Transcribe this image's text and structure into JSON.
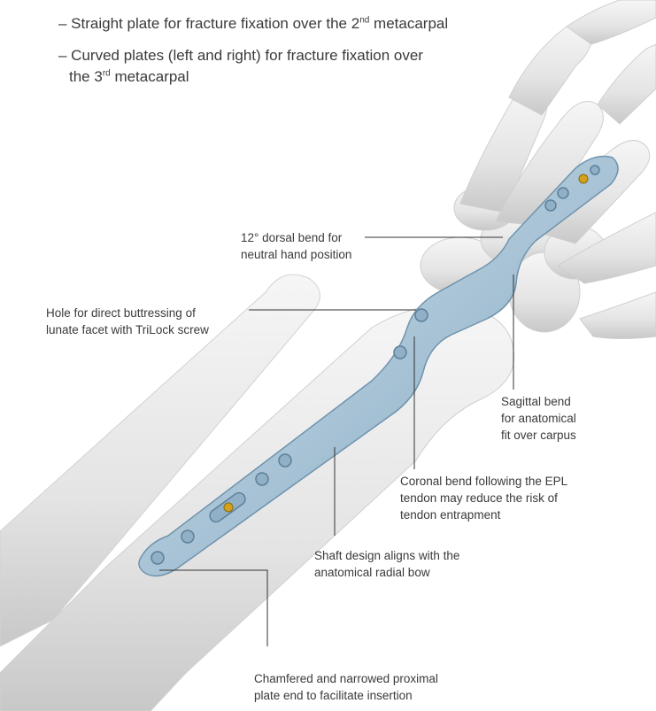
{
  "bullets": [
    {
      "prefix": "– Straight plate for fracture fixation over the 2",
      "sup": "nd",
      "suffix": " metacarpal"
    },
    {
      "prefix": "– Curved plates (left and right) for fracture fixation over",
      "line2_prefix": "the 3",
      "sup": "rd",
      "suffix": " metacarpal"
    }
  ],
  "callouts": {
    "dorsal_bend": [
      "12° dorsal bend for",
      "neutral hand position"
    ],
    "hole_buttress": [
      "Hole for direct buttressing of",
      "lunate facet with TriLock screw"
    ],
    "sagittal_bend": [
      "Sagittal bend",
      "for anatomical",
      "fit over carpus"
    ],
    "coronal_bend": [
      "Coronal bend following the EPL",
      "tendon may reduce the risk of",
      "tendon entrapment"
    ],
    "shaft_design": [
      "Shaft design aligns with the",
      "anatomical radial bow"
    ],
    "chamfered_end": [
      "Chamfered and narrowed proximal",
      "plate end to facilitate insertion"
    ]
  },
  "colors": {
    "plate": "#a9c4d6",
    "plate_edge": "#6f93ad",
    "bone": "#e9e9e9",
    "bone_shadow": "#c9c9c9",
    "leader": "#333333",
    "screw": "#d4a21a"
  }
}
